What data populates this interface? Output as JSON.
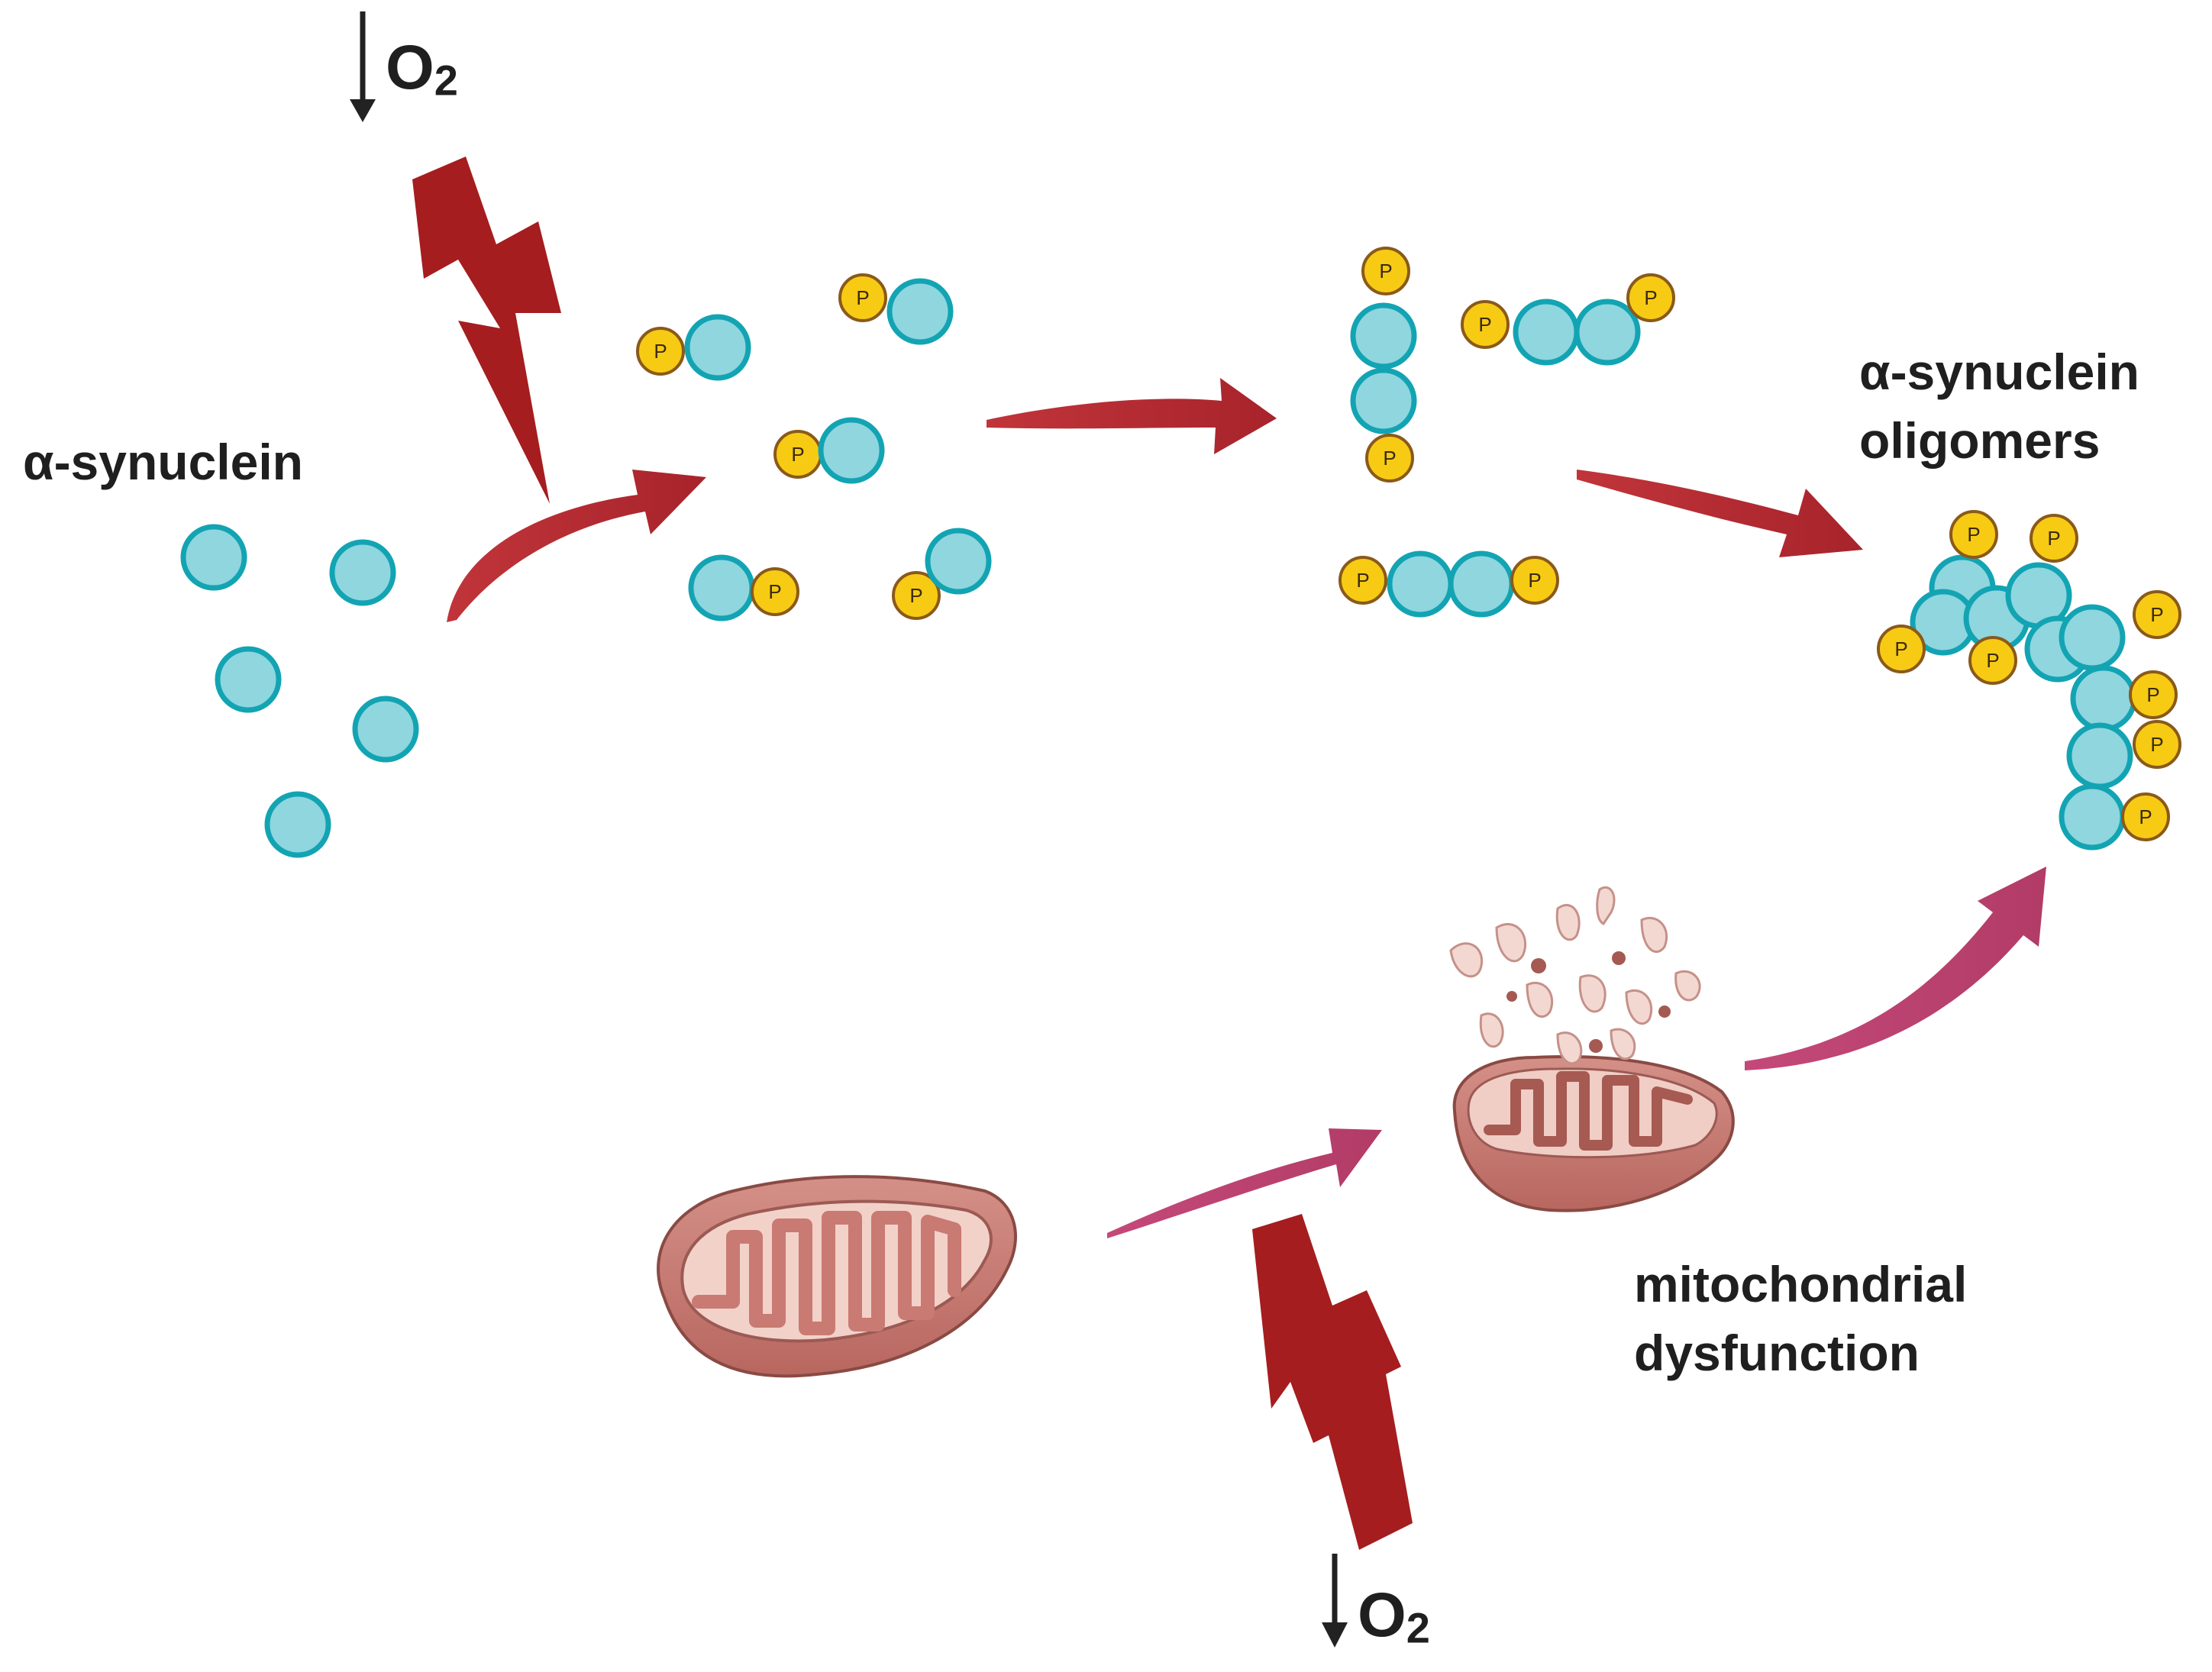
{
  "labels": {
    "alpha_synuclein": "α-synuclein",
    "oligomers_line1": "α-synuclein",
    "oligomers_line2": "oligomers",
    "mito_line1": "mitochondrial",
    "mito_line2": "dysfunction"
  },
  "hypoxia_top": {
    "symbol": "O",
    "subscript": "2"
  },
  "hypoxia_bottom": {
    "symbol": "O",
    "subscript": "2"
  },
  "phospho_label": "P",
  "colors": {
    "monomer_fill": "#8fd6df",
    "monomer_stroke": "#13a4b3",
    "phospho_fill": "#f7cb14",
    "phospho_stroke": "#8a5a1a",
    "bolt": "#a01c1c",
    "arrow_red": "#b02a30",
    "arrow_pink": "#b8426e",
    "mito_outer": "#c47c74",
    "mito_inner": "#f2d2cb",
    "text": "#1f1f1f"
  }
}
